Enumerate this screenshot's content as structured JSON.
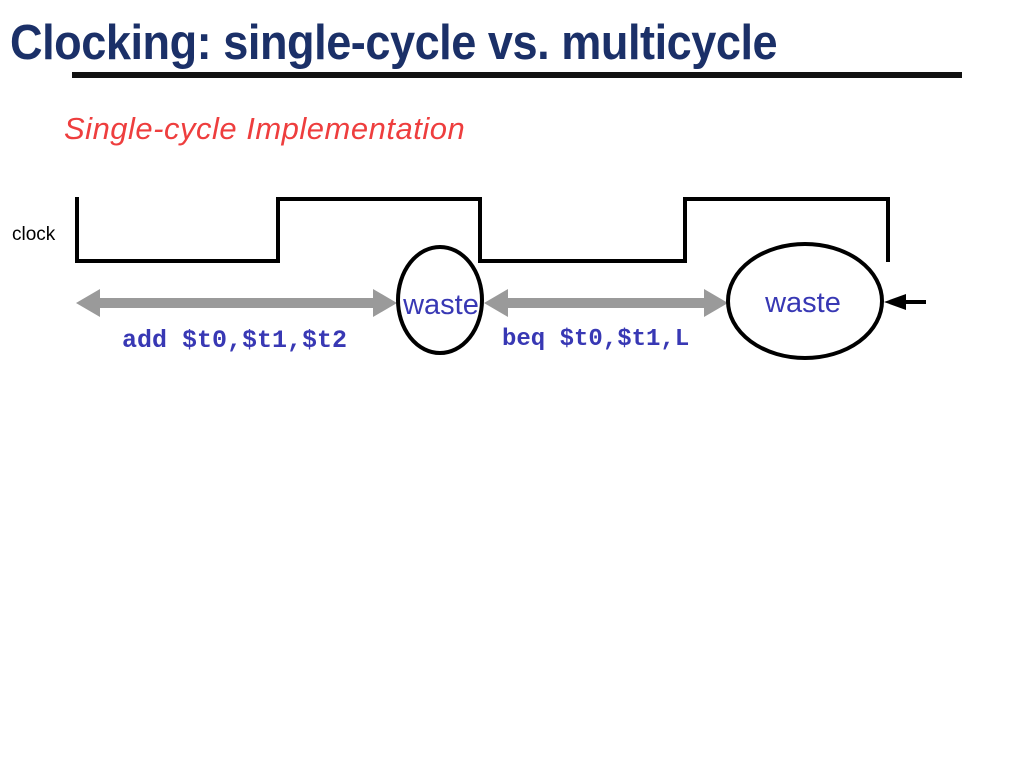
{
  "header": {
    "title": "Clocking: single-cycle vs. multicycle",
    "subtitle": "Single-cycle Implementation"
  },
  "diagram": {
    "clock_label": "clock",
    "cycle1": {
      "instruction": "add $t0,$t1,$t2",
      "waste_label": "waste"
    },
    "cycle2": {
      "instruction": "beq $t0,$t1,L",
      "waste_label": "waste"
    }
  },
  "colors": {
    "title_navy": "#1b3068",
    "subtitle_red": "#ee3e3e",
    "code_blue": "#3838b4",
    "arrow_gray": "#9a9a9a",
    "line_black": "#000000"
  }
}
